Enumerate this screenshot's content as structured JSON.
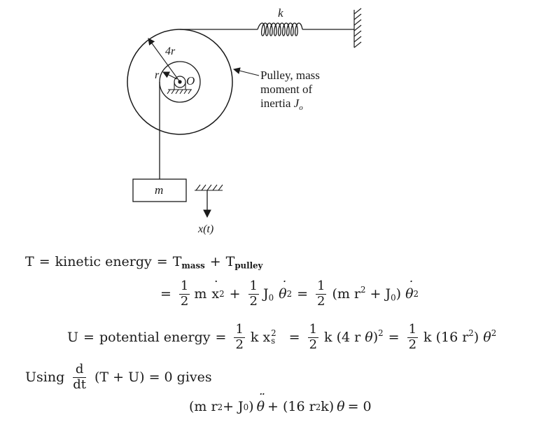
{
  "figure": {
    "spring_label": "k",
    "outer_radius_label": "4r",
    "inner_radius_label": "r",
    "center_label": "O",
    "pulley_callout_line1": "Pulley, mass",
    "pulley_callout_line2": "moment of",
    "pulley_callout_line3": "inertia",
    "pulley_callout_symbol": "J",
    "pulley_callout_sub": "o",
    "mass_label": "m",
    "displacement_label": "x(t)"
  },
  "equations": {
    "kinetic": {
      "lhs": "T",
      "eq": "=",
      "label": "kinetic energy",
      "eq2": "=",
      "t": "T",
      "mass_sub": "mass",
      "plus": "+",
      "pulley_sub": "pulley"
    },
    "kinetic_expanded": {
      "eq": "=",
      "half": "1",
      "two": "2",
      "m": "m",
      "x": "x",
      "sq": "2",
      "plus": "+",
      "J": "J",
      "J_sub": "0",
      "theta": "θ",
      "eq2": "=",
      "paren_open": "(m r",
      "r_sq": "2",
      "plus2": " + J",
      "J_sub2": "0",
      "paren_close": ")"
    },
    "potential": {
      "lhs": "U",
      "eq": "=",
      "label": "potential energy",
      "eq2": "=",
      "k_x": "k x",
      "xs_sub": "s",
      "xs_sq": "2",
      "eq3": "=",
      "k_paren": "k (4 r ",
      "theta": "θ",
      "close_sq": ")",
      "sq": "2",
      "eq4": "=",
      "k16": "k (16 r",
      "r_sq": "2",
      "close": ") ",
      "theta2": "θ",
      "theta_sq": "2"
    },
    "using": {
      "word": "Using",
      "d": "d",
      "dt": "dt",
      "expr": "(T + U) = 0 gives"
    },
    "final": {
      "open": "(m r",
      "r_sq": "2",
      "plus": " + J",
      "J_sub": "0",
      "close": ") ",
      "theta": "θ",
      "plus2": " + (16 r",
      "r_sq2": "2",
      "k_close": " k) ",
      "theta2": "θ",
      "eq0": " = 0"
    }
  }
}
